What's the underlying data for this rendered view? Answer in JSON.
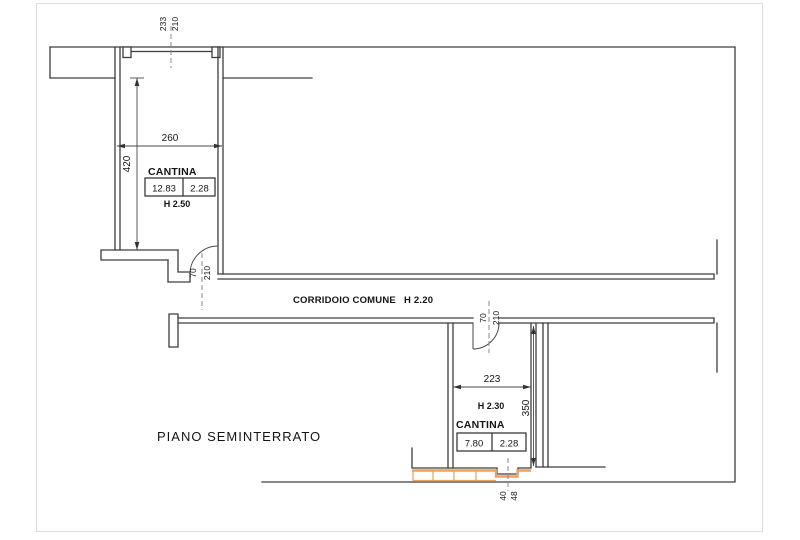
{
  "plan": {
    "title": "PIANO SEMINTERRATO",
    "corridor": {
      "label": "CORRIDOIO COMUNE",
      "height_label": "H 2.20"
    },
    "rooms": {
      "upper": {
        "label": "CANTINA",
        "area": "12.83",
        "module": "2.28",
        "height_label": "H 2.50",
        "dims": {
          "width": "260",
          "depth": "420",
          "window_w": "233",
          "window_h": "210",
          "door_w": "70",
          "door_h": "210"
        }
      },
      "lower": {
        "label": "CANTINA",
        "area": "7.80",
        "module": "2.28",
        "height_label": "H 2.30",
        "dims": {
          "width": "223",
          "depth": "350",
          "door_w": "70",
          "door_h": "210",
          "niche_w": "40",
          "niche_h": "48"
        }
      }
    },
    "colors": {
      "line": "#3d3d3d",
      "dim_line": "#4a4a4a",
      "height_accent": "#d8a309",
      "wall_highlight": "#e6a45c"
    }
  }
}
